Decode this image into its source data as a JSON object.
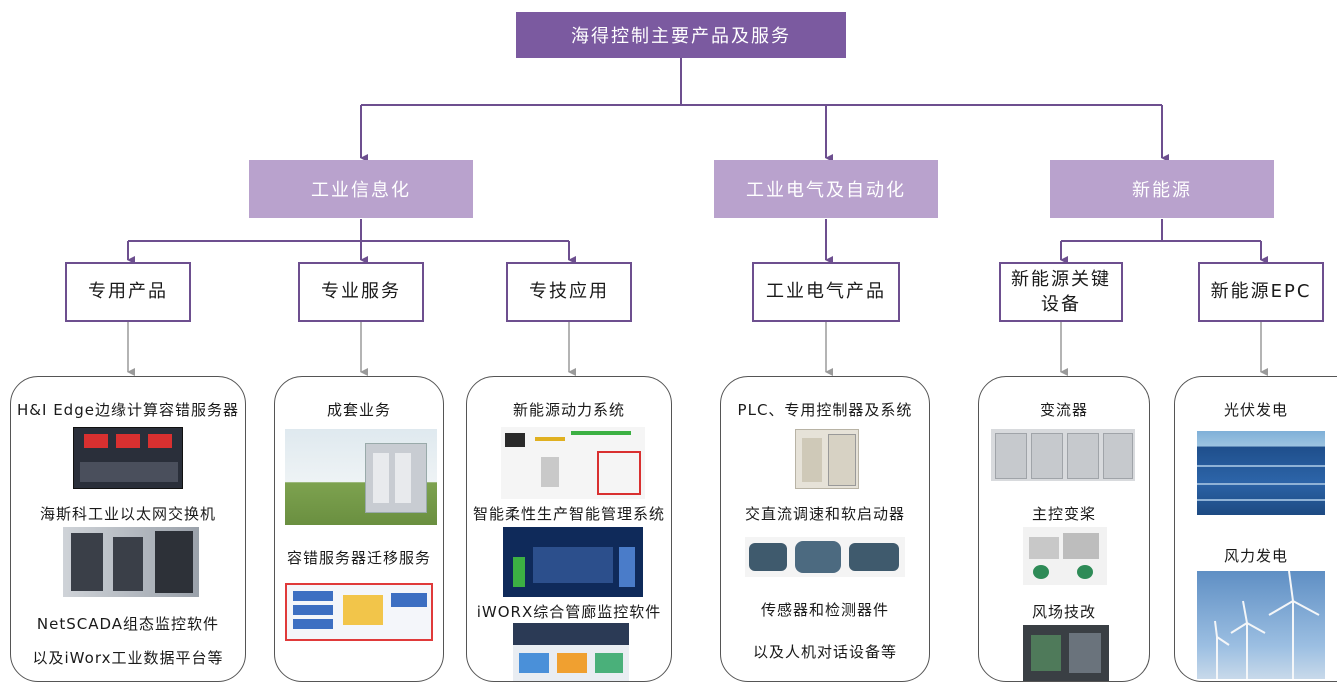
{
  "root": "海得控制主要产品及服务",
  "categories": [
    "工业信息化",
    "工业电气及自动化",
    "新能源"
  ],
  "subcategories": [
    "专用产品",
    "专业服务",
    "专技应用",
    "工业电气产品",
    "新能源关键\n设备",
    "新能源EPC"
  ],
  "panels": {
    "p1": [
      "H&I Edge边缘计算容错服务器",
      "海斯科工业以太网交换机",
      "NetSCADA组态监控软件",
      "以及iWorx工业数据平台等"
    ],
    "p2": [
      "成套业务",
      "容错服务器迁移服务"
    ],
    "p3": [
      "新能源动力系统",
      "智能柔性生产智能管理系统",
      "iWORX综合管廊监控软件"
    ],
    "p4": [
      "PLC、专用控制器及系统",
      "交直流调速和软启动器",
      "传感器和检测器件",
      "以及人机对话设备等"
    ],
    "p5": [
      "变流器",
      "主控变桨",
      "风场技改"
    ],
    "p6": [
      "光伏发电",
      "风力发电"
    ]
  },
  "colors": {
    "root": "#7b5aa0",
    "category": "#b9a2cd",
    "line": "#6d4f8f",
    "arrow_gray": "#9a9a9a"
  }
}
